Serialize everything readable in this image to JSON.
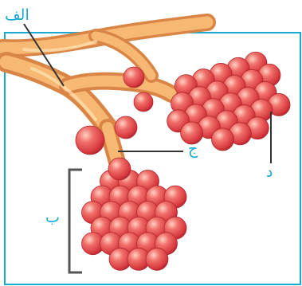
{
  "labels": {
    "alef": "الف",
    "be": "ب",
    "jim": "ج",
    "dal": "د"
  },
  "colors": {
    "frame": "#1aa9cf",
    "label_text": "#1aa9cf",
    "alveolus": "#e14a4c",
    "alveolus_highlight": "#ffb3a3",
    "bronchiole": "#f2a45b",
    "bronchiole_highlight": "#ffd79a",
    "leader_line": "#333333",
    "bracket": "#555555"
  }
}
